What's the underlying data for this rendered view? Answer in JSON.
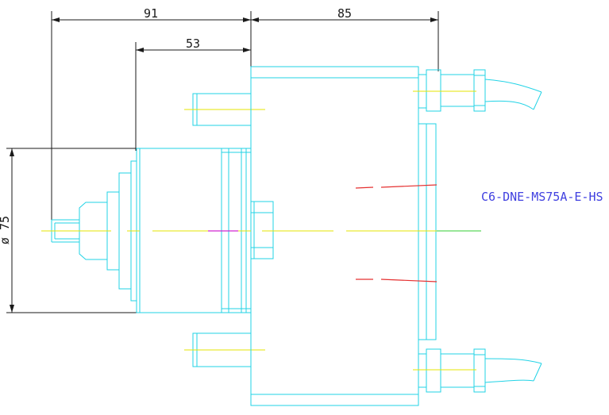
{
  "dimensions": {
    "overall_left": "91",
    "overall_right": "85",
    "inner": "53",
    "diameter": "ø 75"
  },
  "part_label": "C6-DNE-MS75A-E-HS",
  "colors": {
    "outline": "#22d3e6",
    "dimension": "#1a1a1a",
    "centerline": "#e6e600",
    "hidden": "#e53030",
    "axis": "#33cc33",
    "label": "#4040e0"
  }
}
